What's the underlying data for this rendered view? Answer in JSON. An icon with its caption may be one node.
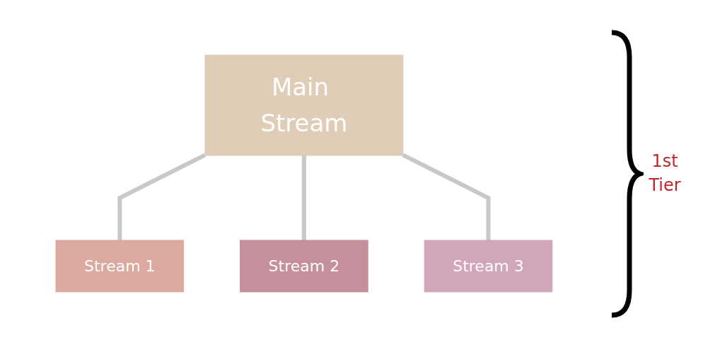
{
  "diagram": {
    "nodes": [
      {
        "text": [
          "Main Stream"
        ]
      },
      {
        "text": [
          "Stream 1"
        ]
      },
      {
        "text": [
          "Stream 2"
        ]
      },
      {
        "text": [
          "Stream 3"
        ]
      }
    ],
    "edges": [
      {
        "from": 0,
        "to": 1,
        "arrow": "none"
      },
      {
        "from": 0,
        "to": 2,
        "arrow": "none"
      },
      {
        "from": 0,
        "to": 3,
        "arrow": "none"
      }
    ],
    "labels": [
      "1st Tier"
    ]
  }
}
